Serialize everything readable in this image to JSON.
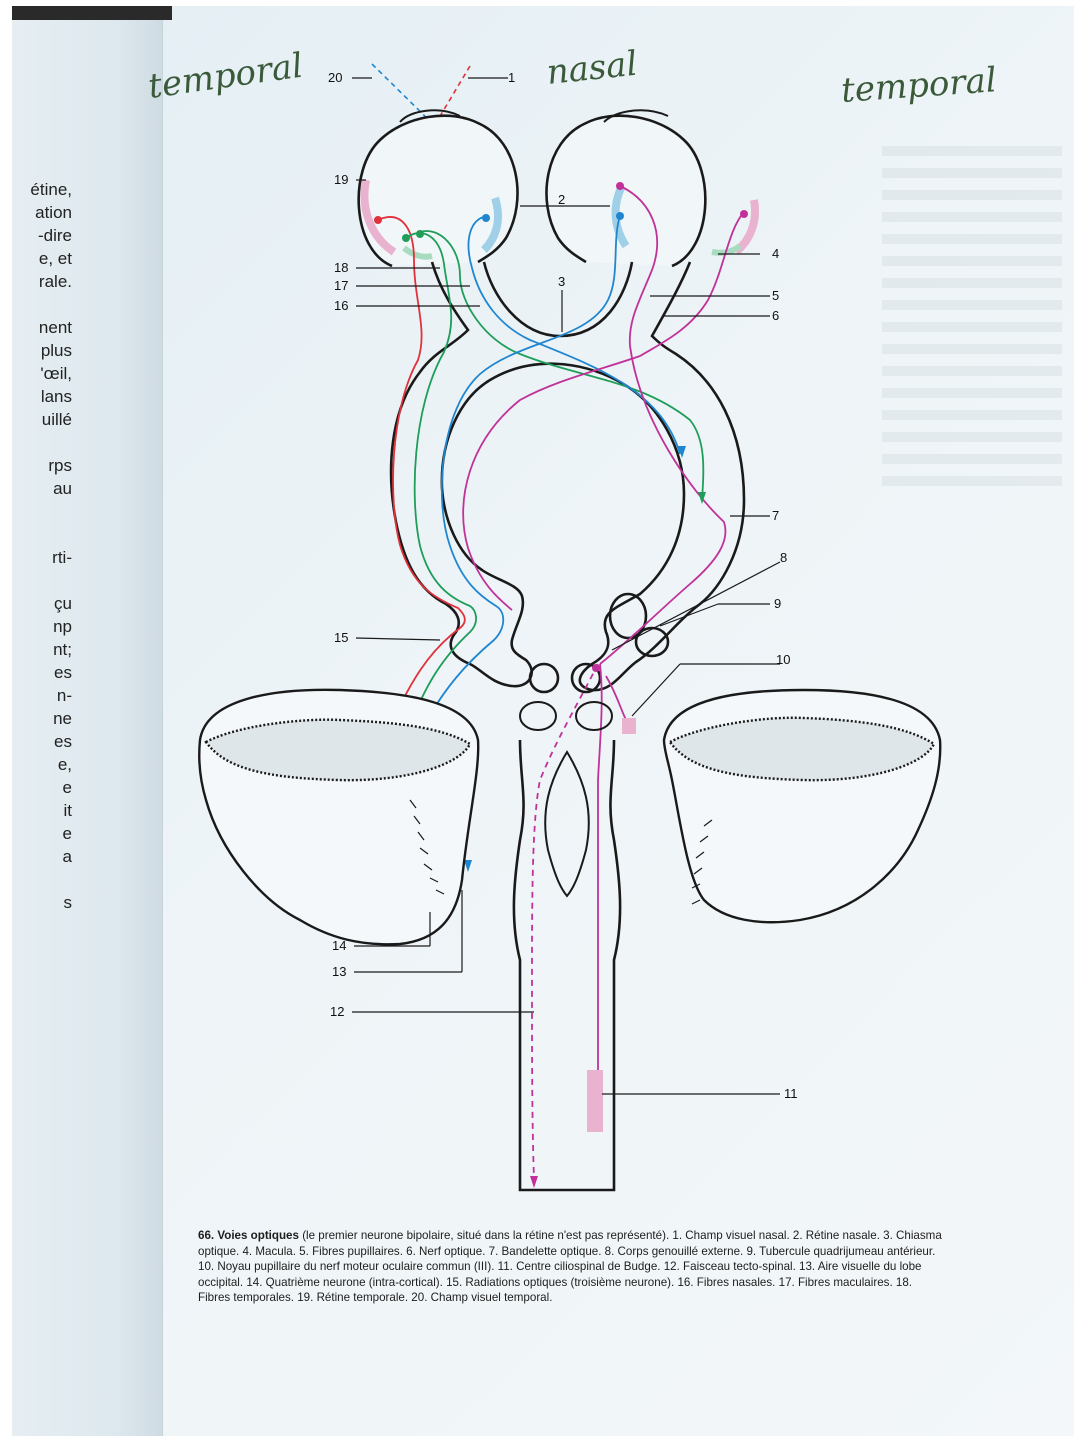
{
  "handwritten": {
    "left": "temporal",
    "center": "nasal",
    "right": "temporal"
  },
  "left_page_fragments": [
    "étine,",
    "ation",
    "-dire",
    "e, et",
    "rale.",
    "",
    "nent",
    "plus",
    "'œil,",
    "lans",
    "uillé",
    "",
    "rps",
    "au",
    "",
    "",
    "rti-",
    "",
    "çu",
    "np",
    "nt;",
    "es",
    "n-",
    "ne",
    "es",
    "e,",
    "e",
    "it",
    "e",
    "a",
    "",
    "s"
  ],
  "labels": {
    "l1": "1",
    "l2": "2",
    "l3": "3",
    "l4": "4",
    "l5": "5",
    "l6": "6",
    "l7": "7",
    "l8": "8",
    "l9": "9",
    "l10": "10",
    "l11": "11",
    "l12": "12",
    "l13": "13",
    "l14": "14",
    "l15": "15",
    "l16": "16",
    "l17": "17",
    "l18": "18",
    "l19": "19",
    "l20": "20"
  },
  "caption": {
    "number": "66.",
    "title": "Voies optiques",
    "intro": " (le premier neurone bipolaire, situé dans la rétine n'est pas représenté).",
    "items": "1. Champ visuel nasal. 2. Rétine nasale. 3. Chiasma optique. 4. Macula. 5. Fibres pupillaires. 6. Nerf optique. 7. Bandelette optique. 8. Corps genouillé externe. 9. Tubercule quadrijumeau antérieur. 10. Noyau pupillaire du nerf moteur oculaire commun (III). 11. Centre ciliospinal de Budge. 12. Faisceau tecto-spinal. 13. Aire visuelle du lobe occipital. 14. Quatrième neurone (intra-cortical). 15. Radiations optiques (troisième neurone). 16. Fibres nasales. 17. Fibres maculaires. 18. Fibres temporales. 19. Rétine temporale. 20. Champ visuel temporal."
  },
  "colors": {
    "red": "#e0323c",
    "green": "#1f9e5a",
    "blue": "#1f86d0",
    "magenta": "#c0329a",
    "outline": "#1a1a1a",
    "pink_fill": "#e9b3cf",
    "blue_fill": "#9fd0e8"
  }
}
